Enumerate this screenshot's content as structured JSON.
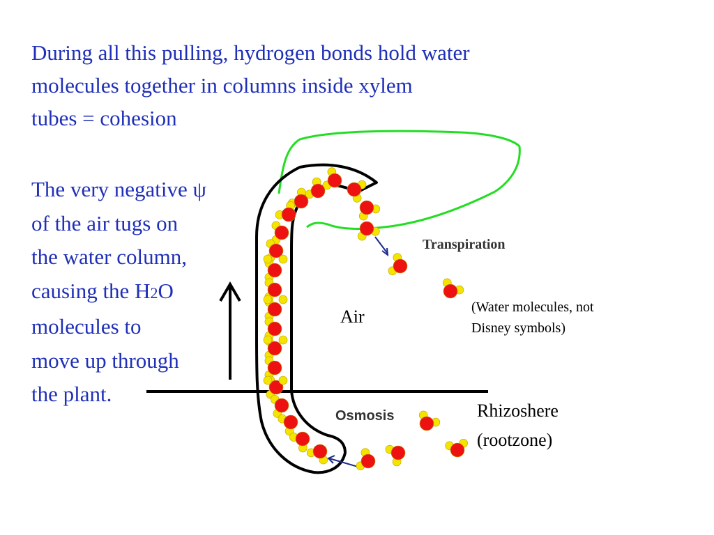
{
  "intro": {
    "line1": "During all this pulling, hydrogen bonds hold water",
    "line2": "molecules together in columns inside xylem",
    "line3": "tubes = cohesion"
  },
  "paragraph": {
    "line1": "The very negative ψ",
    "line2": "of the air tugs on",
    "line3": "the water column,",
    "line4_pre": "causing the H",
    "line4_sub": "2",
    "line4_post": "O",
    "line5": "molecules to",
    "line6": "move up through",
    "line7": "the plant."
  },
  "labels": {
    "transpiration": "Transpiration",
    "air": "Air",
    "note_line1": "(Water molecules, not",
    "note_line2": "Disney symbols)",
    "osmosis": "Osmosis",
    "rhizosphere_line1": "Rhizoshere",
    "rhizosphere_line2": "(rootzone)"
  },
  "colors": {
    "text": "#1f2fb8",
    "leaf_outline": "#22dd22",
    "oxygen": "#ee1111",
    "hydrogen": "#f5e400"
  }
}
